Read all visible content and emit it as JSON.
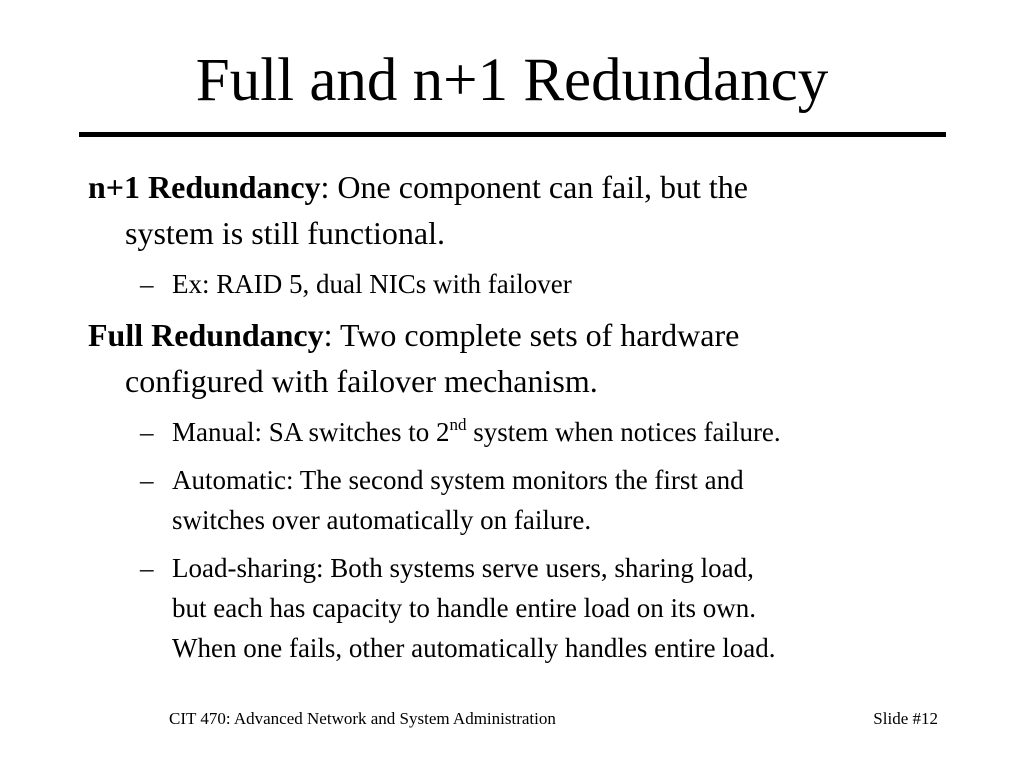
{
  "slide": {
    "title": "Full and n+1 Redundancy",
    "items": [
      {
        "term": "n+1 Redundancy",
        "line1": ": One component can fail, but the",
        "line2": "system is still functional.",
        "subitems": [
          {
            "text": "Ex: RAID 5, dual NICs with failover"
          }
        ]
      },
      {
        "term": "Full Redundancy",
        "line1": ": Two complete sets of hardware",
        "line2": "configured with failover mechanism.",
        "subitems": [
          {
            "pre": "Manual: SA switches to 2",
            "sup": "nd",
            "post": " system when notices failure."
          },
          {
            "line1": "Automatic: The second system monitors the first and",
            "line2": "switches over automatically on failure."
          },
          {
            "line1": "Load-sharing: Both systems serve users, sharing load,",
            "line2": "but each has capacity to handle entire load on its own.",
            "line3": "When one fails, other automatically handles entire load."
          }
        ]
      }
    ],
    "bullet_dash": "–"
  },
  "footer": {
    "course": "CIT 470: Advanced Network and System Administration",
    "slide_number": "Slide #12"
  }
}
